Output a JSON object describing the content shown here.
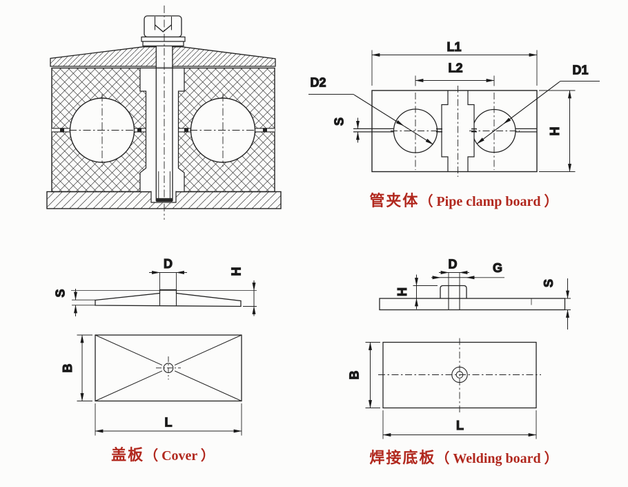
{
  "document": {
    "kind": "engineering-drawing",
    "background": "#fcfcfb",
    "line_color": "#222222",
    "label_color": "#b1281e"
  },
  "clamp_board": {
    "title_zh": "管夹体",
    "title_en": "（ Pipe clamp board ）",
    "dim_l1": "L1",
    "dim_l2": "L2",
    "dim_d1": "D1",
    "dim_d2": "D2",
    "dim_s": "S",
    "dim_h": "H"
  },
  "cover": {
    "title_zh": "盖板",
    "title_en": "（ Cover ）",
    "dim_d": "D",
    "dim_h": "H",
    "dim_s": "S",
    "dim_b": "B",
    "dim_l": "L"
  },
  "welding_board": {
    "title_zh": "焊接底板",
    "title_en": "（ Welding board ）",
    "dim_d": "D",
    "dim_g": "G",
    "dim_h": "H",
    "dim_s": "S",
    "dim_b": "B",
    "dim_l": "L"
  }
}
